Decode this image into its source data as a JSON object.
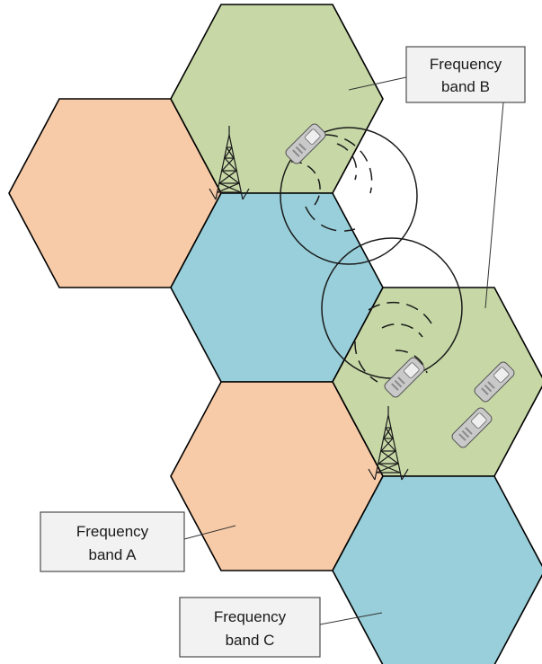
{
  "colors": {
    "band_a": "#f8cba8",
    "band_b": "#c7d8a6",
    "band_c": "#98cfda",
    "callout_fill": "#f2f2f2"
  },
  "cells": [
    {
      "band": "band_a"
    },
    {
      "band": "band_b"
    },
    {
      "band": "band_c"
    },
    {
      "band": "band_b"
    },
    {
      "band": "band_a"
    },
    {
      "band": "band_c"
    }
  ],
  "callouts": {
    "band_b": {
      "line1": "Frequency",
      "line2": "band B"
    },
    "band_a": {
      "line1": "Frequency",
      "line2": "band A"
    },
    "band_c": {
      "line1": "Frequency",
      "line2": "band C"
    }
  },
  "icons": {
    "tower": "cell-tower-icon",
    "phone": "mobile-phone-icon"
  }
}
